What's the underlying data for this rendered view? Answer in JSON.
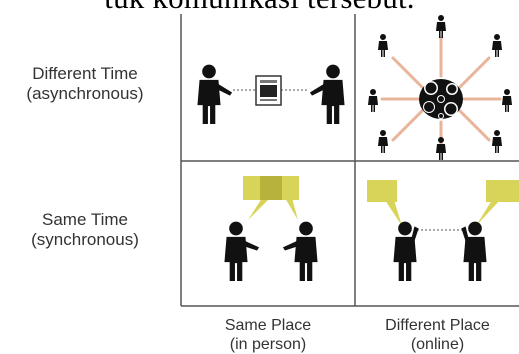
{
  "top_text": "tuk komunikasi tersebut.",
  "rows": [
    {
      "line1": "Different Time",
      "line2": "(asynchronous)"
    },
    {
      "line1": "Same Time",
      "line2": "(synchronous)"
    }
  ],
  "columns": [
    {
      "line1": "Same Place",
      "line2": "(in person)"
    },
    {
      "line1": "Different Place",
      "line2": "(online)"
    }
  ],
  "colors": {
    "grid_line": "#555555",
    "person": "#111111",
    "speech_bubble": "#d8d45a",
    "speech_bubble_dark": "#b8b23c",
    "arrow": "#e8b49a"
  },
  "icons": [
    "person-icon",
    "document-icon",
    "network-cluster-icon",
    "speech-bubble-icon"
  ]
}
